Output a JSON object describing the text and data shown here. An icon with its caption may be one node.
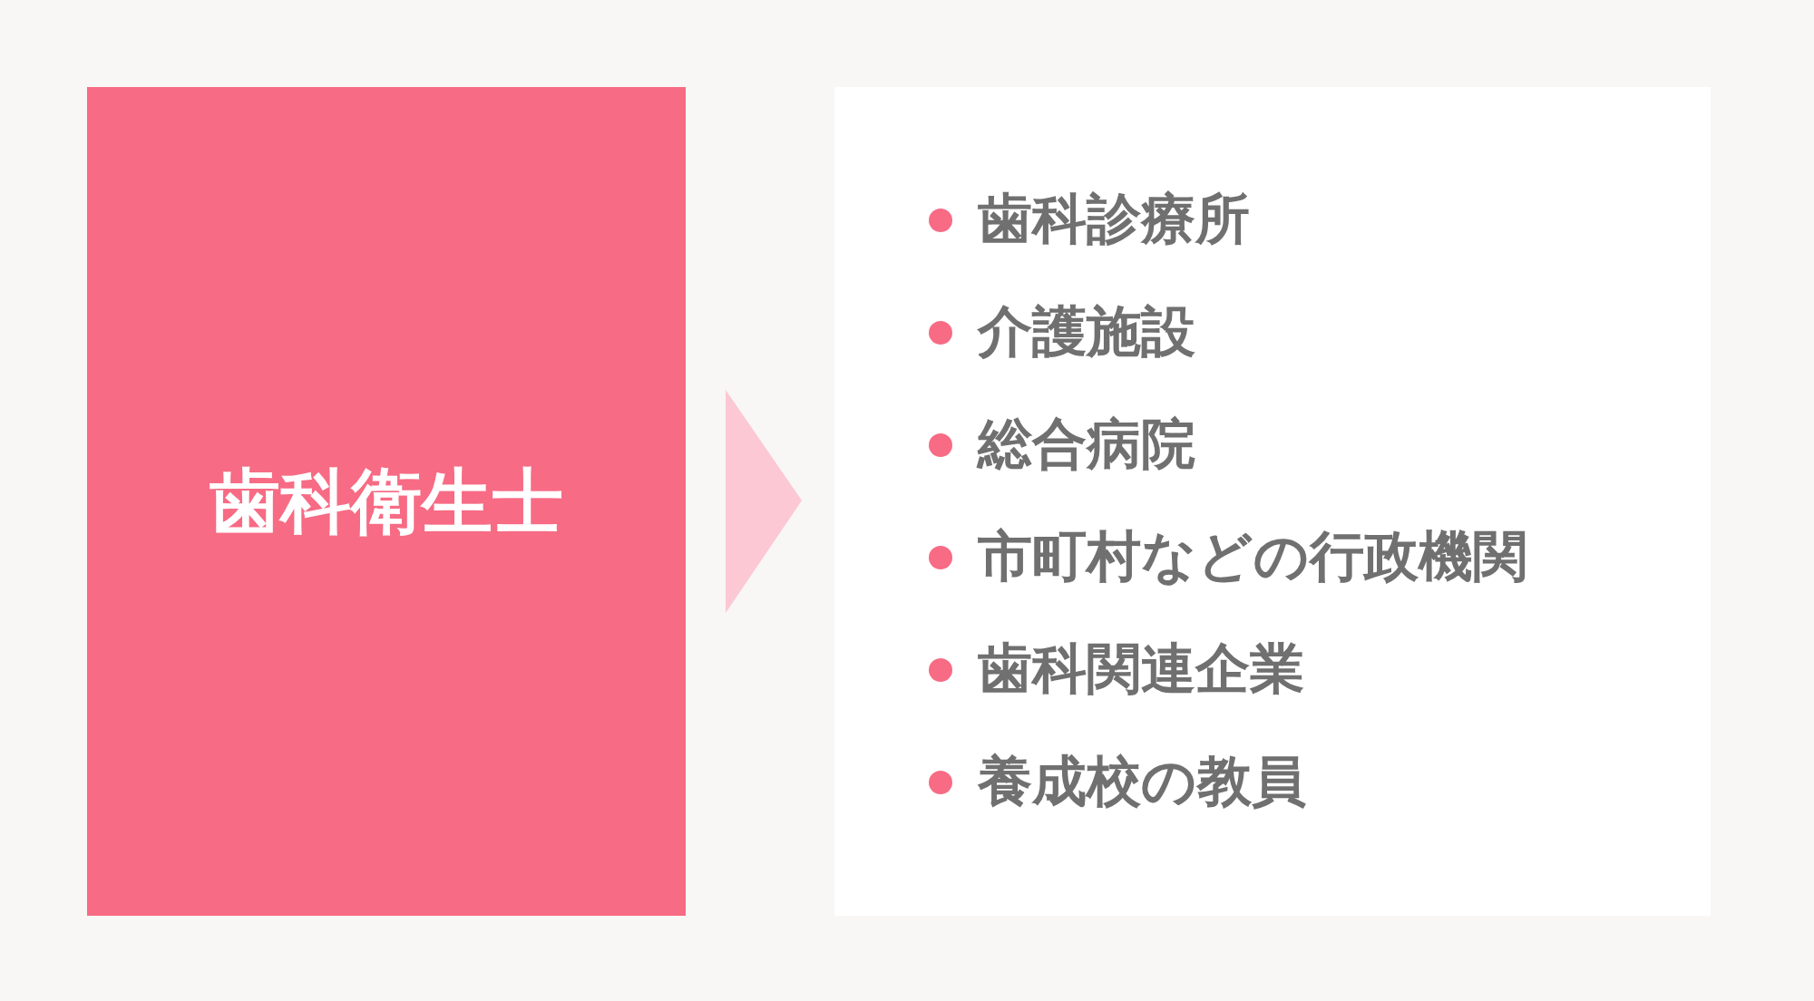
{
  "diagram": {
    "nodes": [
      {
        "text": [
          "歯科衛生士"
        ]
      },
      {
        "text": [
          "歯科診療所",
          "介護施設",
          "総合病院",
          "市町村などの行政機関",
          "歯科関連企業",
          "養成校の教員"
        ]
      }
    ],
    "edges": [
      {
        "from": 0,
        "to": 1,
        "arrow": "to"
      }
    ]
  }
}
